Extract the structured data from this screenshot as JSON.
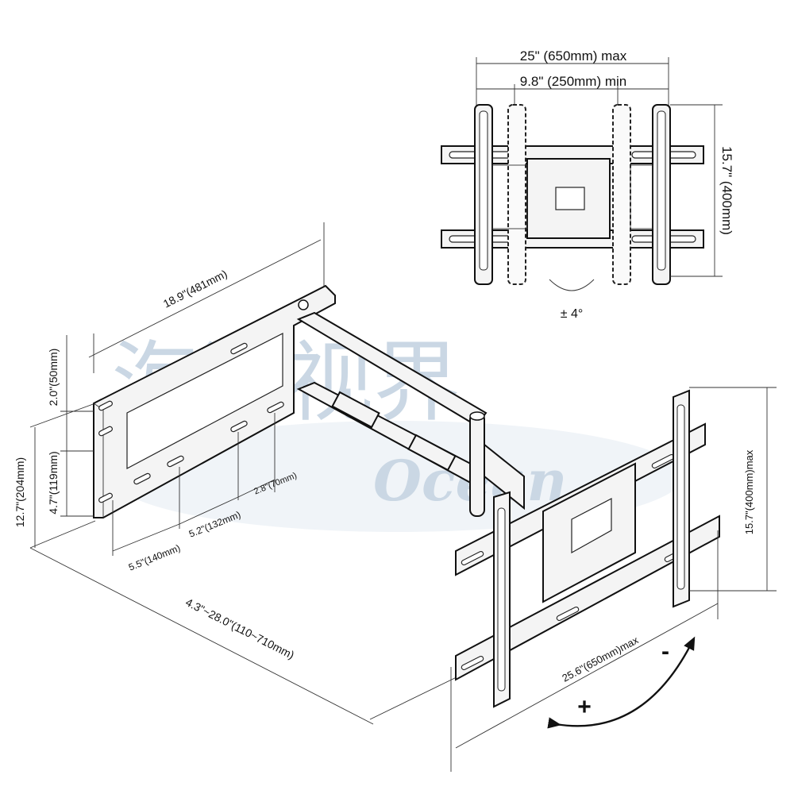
{
  "top_view": {
    "width_max": "25\" (650mm) max",
    "width_min": "9.8\" (250mm) min",
    "height": "15.7\" (400mm)",
    "tilt": "± 4°"
  },
  "wall_plate": {
    "width": "18.9\"(481mm)",
    "hole_spacing_top": "2.0\"(50mm)",
    "hole_spacing_mid": "4.7\"(119mm)",
    "overall_height": "12.7\"(204mm)",
    "slot_spacing_1": "5.5\"(140mm)",
    "slot_spacing_2": "5.2\"(132mm)",
    "slot_spacing_3": "2.8\"(70mm)",
    "extension": "4.3\"~28.0\"(110~710mm)"
  },
  "tv_bracket": {
    "vertical": "15.7\"(400mm)max",
    "horizontal": "25.6\"(650mm)max",
    "swivel_plus": "+",
    "swivel_minus": "-"
  },
  "watermark": {
    "chars": "海洋视界",
    "latin": "Ocean"
  }
}
